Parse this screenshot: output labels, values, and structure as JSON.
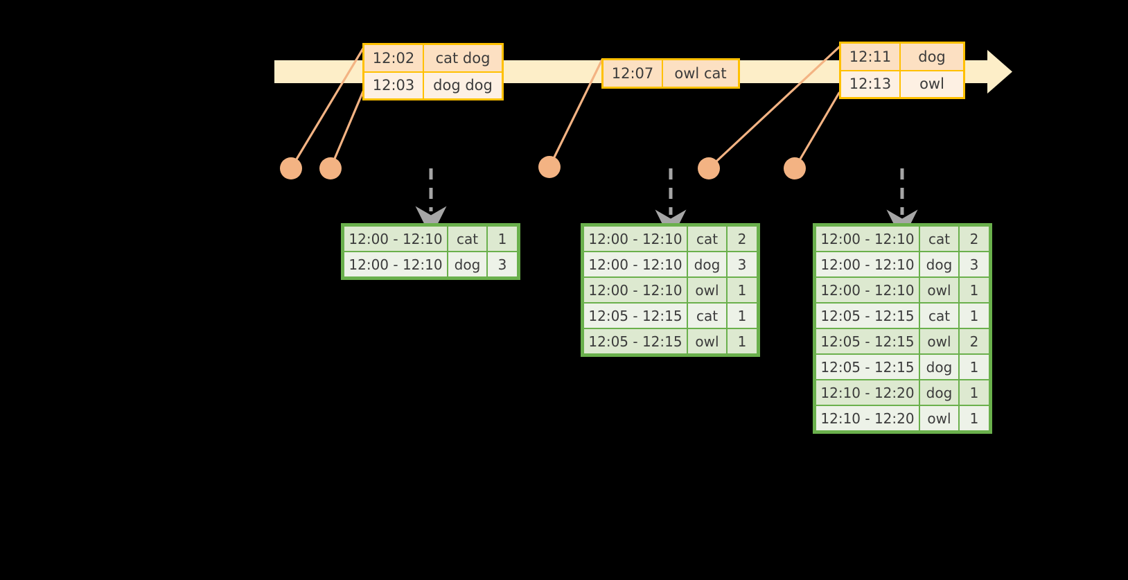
{
  "diagram": {
    "title": "sliding-window-session-aggregation",
    "colors": {
      "background": "#000000",
      "timeline_bar": "#fdeec8",
      "event_border": "#ffc000",
      "event_fill_a": "#fce0c2",
      "event_fill_b": "#fdf0e3",
      "connector": "#f3b383",
      "dot": "#f3b383",
      "table_border": "#6ab04c",
      "table_fill_a": "#dde9d0",
      "table_fill_b": "#edf2e8",
      "dashed_arrow": "#a6a6a6",
      "text": "#3b3b3b"
    },
    "timeline": {
      "name": "event-stream-timeline",
      "event_groups": [
        {
          "name": "event-group-1",
          "tone": "a",
          "events": [
            {
              "time": "12:02",
              "words": "cat dog"
            },
            {
              "time": "12:03",
              "words": "dog dog"
            }
          ]
        },
        {
          "name": "event-group-2",
          "tone": "a",
          "events": [
            {
              "time": "12:07",
              "words": "owl cat"
            }
          ]
        },
        {
          "name": "event-group-3",
          "tone": "a",
          "events": [
            {
              "time": "12:11",
              "words": "dog"
            },
            {
              "time": "12:13",
              "words": "owl"
            }
          ]
        }
      ]
    },
    "result_tables": [
      {
        "name": "result-table-1",
        "columns": [
          "window",
          "key",
          "count"
        ],
        "rows": [
          {
            "window": "12:00 - 12:10",
            "key": "cat",
            "count": "1"
          },
          {
            "window": "12:00 - 12:10",
            "key": "dog",
            "count": "3"
          }
        ]
      },
      {
        "name": "result-table-2",
        "columns": [
          "window",
          "key",
          "count"
        ],
        "rows": [
          {
            "window": "12:00 - 12:10",
            "key": "cat",
            "count": "2"
          },
          {
            "window": "12:00 - 12:10",
            "key": "dog",
            "count": "3"
          },
          {
            "window": "12:00 - 12:10",
            "key": "owl",
            "count": "1"
          },
          {
            "window": "12:05 - 12:15",
            "key": "cat",
            "count": "1"
          },
          {
            "window": "12:05 - 12:15",
            "key": "owl",
            "count": "1"
          }
        ]
      },
      {
        "name": "result-table-3",
        "columns": [
          "window",
          "key",
          "count"
        ],
        "rows": [
          {
            "window": "12:00 - 12:10",
            "key": "cat",
            "count": "2"
          },
          {
            "window": "12:00 - 12:10",
            "key": "dog",
            "count": "3"
          },
          {
            "window": "12:00 - 12:10",
            "key": "owl",
            "count": "1"
          },
          {
            "window": "12:05 - 12:15",
            "key": "cat",
            "count": "1"
          },
          {
            "window": "12:05 - 12:15",
            "key": "owl",
            "count": "2"
          },
          {
            "window": "12:05 - 12:15",
            "key": "dog",
            "count": "1"
          },
          {
            "window": "12:10 - 12:20",
            "key": "dog",
            "count": "1"
          },
          {
            "window": "12:10 - 12:20",
            "key": "owl",
            "count": "1"
          }
        ]
      }
    ]
  }
}
